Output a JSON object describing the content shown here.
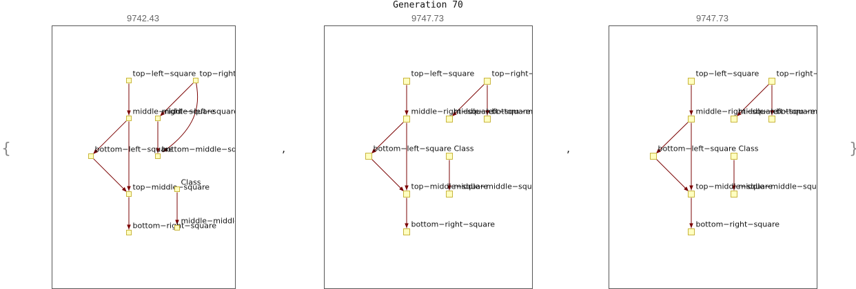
{
  "title": "Generation 70",
  "separators": {
    "open": "{",
    "close": "}",
    "comma": ","
  },
  "panels": [
    {
      "label": "9742.43",
      "nodes": [
        {
          "id": "tl",
          "label": "top−left−square"
        },
        {
          "id": "tr",
          "label": "top−right−"
        },
        {
          "id": "mr",
          "label": "middle−right−square"
        },
        {
          "id": "ml",
          "label": "middle−left−square"
        },
        {
          "id": "bl",
          "label": "bottom−left−square"
        },
        {
          "id": "bm",
          "label": "bottom−middle−square"
        },
        {
          "id": "tm",
          "label": "top−middle−square"
        },
        {
          "id": "cls",
          "label": "Class"
        },
        {
          "id": "br",
          "label": "bottom−right−square"
        },
        {
          "id": "mm",
          "label": "middle−middle"
        }
      ],
      "edges": [
        [
          "tl",
          "mr"
        ],
        [
          "tr",
          "ml"
        ],
        [
          "tr",
          "bm"
        ],
        [
          "mr",
          "bl"
        ],
        [
          "mr",
          "tm"
        ],
        [
          "bl",
          "tm"
        ],
        [
          "ml",
          "bm"
        ],
        [
          "tm",
          "br"
        ],
        [
          "cls",
          "mm"
        ]
      ]
    },
    {
      "label": "9747.73",
      "nodes": [
        {
          "id": "tl",
          "label": "top−left−square"
        },
        {
          "id": "tr",
          "label": "top−right−s"
        },
        {
          "id": "mr",
          "label": "middle−right−square"
        },
        {
          "id": "ml",
          "label": "middle−left−square"
        },
        {
          "id": "bmd",
          "label": "bottom−m"
        },
        {
          "id": "bl",
          "label": "bottom−left−square"
        },
        {
          "id": "cls",
          "label": "Class"
        },
        {
          "id": "tm",
          "label": "top−middle−square"
        },
        {
          "id": "mm",
          "label": "middle−middle−squa"
        },
        {
          "id": "br",
          "label": "bottom−right−square"
        }
      ],
      "edges": [
        [
          "tl",
          "mr"
        ],
        [
          "tr",
          "ml"
        ],
        [
          "tr",
          "bmd"
        ],
        [
          "mr",
          "bl"
        ],
        [
          "mr",
          "tm"
        ],
        [
          "bl",
          "tm"
        ],
        [
          "cls",
          "mm"
        ],
        [
          "tm",
          "br"
        ]
      ]
    },
    {
      "label": "9747.73",
      "nodes": [
        {
          "id": "tl",
          "label": "top−left−square"
        },
        {
          "id": "tr",
          "label": "top−right−s"
        },
        {
          "id": "mr",
          "label": "middle−right−square"
        },
        {
          "id": "ml",
          "label": "middle−left−square"
        },
        {
          "id": "bmd",
          "label": "bottom−m"
        },
        {
          "id": "bl",
          "label": "bottom−left−square"
        },
        {
          "id": "cls",
          "label": "Class"
        },
        {
          "id": "tm",
          "label": "top−middle−square"
        },
        {
          "id": "mm",
          "label": "middle−middle−squa"
        },
        {
          "id": "br",
          "label": "bottom−right−square"
        }
      ],
      "edges": [
        [
          "tl",
          "mr"
        ],
        [
          "tr",
          "ml"
        ],
        [
          "tr",
          "bmd"
        ],
        [
          "mr",
          "bl"
        ],
        [
          "mr",
          "tm"
        ],
        [
          "bl",
          "tm"
        ],
        [
          "cls",
          "mm"
        ],
        [
          "tm",
          "br"
        ]
      ]
    }
  ],
  "colors": {
    "edge": "#7a0000",
    "node_fill": "#ffffc0",
    "node_stroke": "#c8b43c",
    "frame": "#555555"
  }
}
